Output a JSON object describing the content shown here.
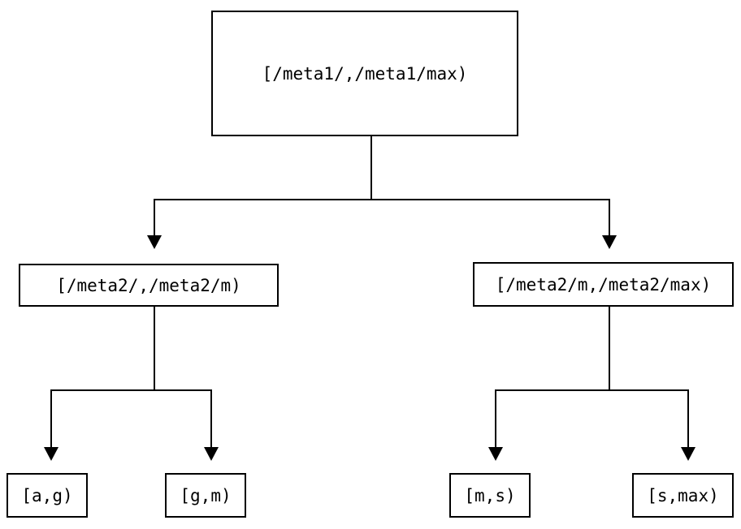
{
  "diagram": {
    "type": "tree",
    "colors": {
      "line": "#000000",
      "background": "#ffffff",
      "box_background": "#ffffff",
      "text": "#000000"
    },
    "nodes": {
      "root": {
        "label": "[/meta1/,/meta1/max)"
      },
      "level2_left": {
        "label": "[/meta2/,/meta2/m)"
      },
      "level2_right": {
        "label": "[/meta2/m,/meta2/max)"
      },
      "leaf_ag": {
        "label": "[a,g)"
      },
      "leaf_gm": {
        "label": "[g,m)"
      },
      "leaf_ms": {
        "label": "[m,s)"
      },
      "leaf_smax": {
        "label": "[s,max)"
      }
    },
    "edges": [
      {
        "from": "root",
        "to": "level2_left"
      },
      {
        "from": "root",
        "to": "level2_right"
      },
      {
        "from": "level2_left",
        "to": "leaf_ag"
      },
      {
        "from": "level2_left",
        "to": "leaf_gm"
      },
      {
        "from": "level2_right",
        "to": "leaf_ms"
      },
      {
        "from": "level2_right",
        "to": "leaf_smax"
      }
    ]
  }
}
